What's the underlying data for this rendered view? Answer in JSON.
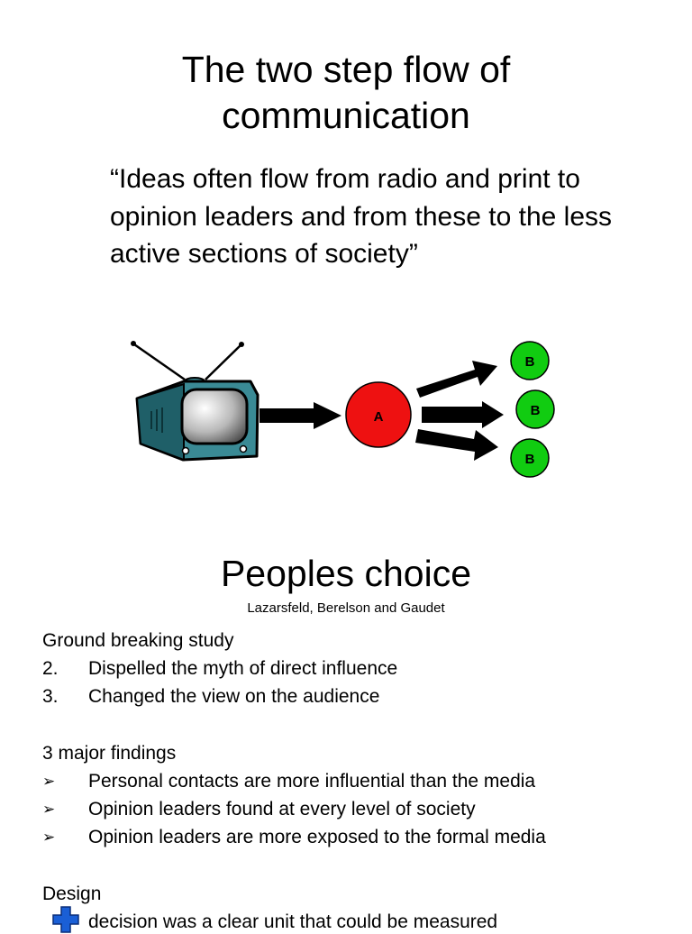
{
  "slide1": {
    "title_line1": "The two step flow of",
    "title_line2": "communication",
    "quote": "“Ideas often flow from radio and print to opinion leaders and from these to the less active sections of society”",
    "diagram": {
      "opinion_leader_label": "A",
      "audience_label": "B",
      "colors": {
        "leader": "#ee1111",
        "audience": "#11cc11",
        "tv_body": "#3a8a95"
      }
    }
  },
  "slide2": {
    "title": "Peoples choice",
    "authors": "Lazarsfeld, Berelson and Gaudet",
    "intro": "Ground breaking study",
    "numbered": [
      {
        "num": "2.",
        "text": "Dispelled the myth of direct influence"
      },
      {
        "num": "3.",
        "text": "Changed the view on the audience"
      }
    ],
    "findings_heading": "3 major findings",
    "findings": [
      "Personal contacts are more influential than the media",
      "Opinion leaders found at every level of society",
      "Opinion leaders are more exposed to the formal media"
    ],
    "design_heading": "Design",
    "design_items": [
      "decision was a clear unit that could be measured"
    ],
    "bullet_icon": "arrowhead-bullet-icon",
    "plus_icon": "blue-plus-icon"
  }
}
